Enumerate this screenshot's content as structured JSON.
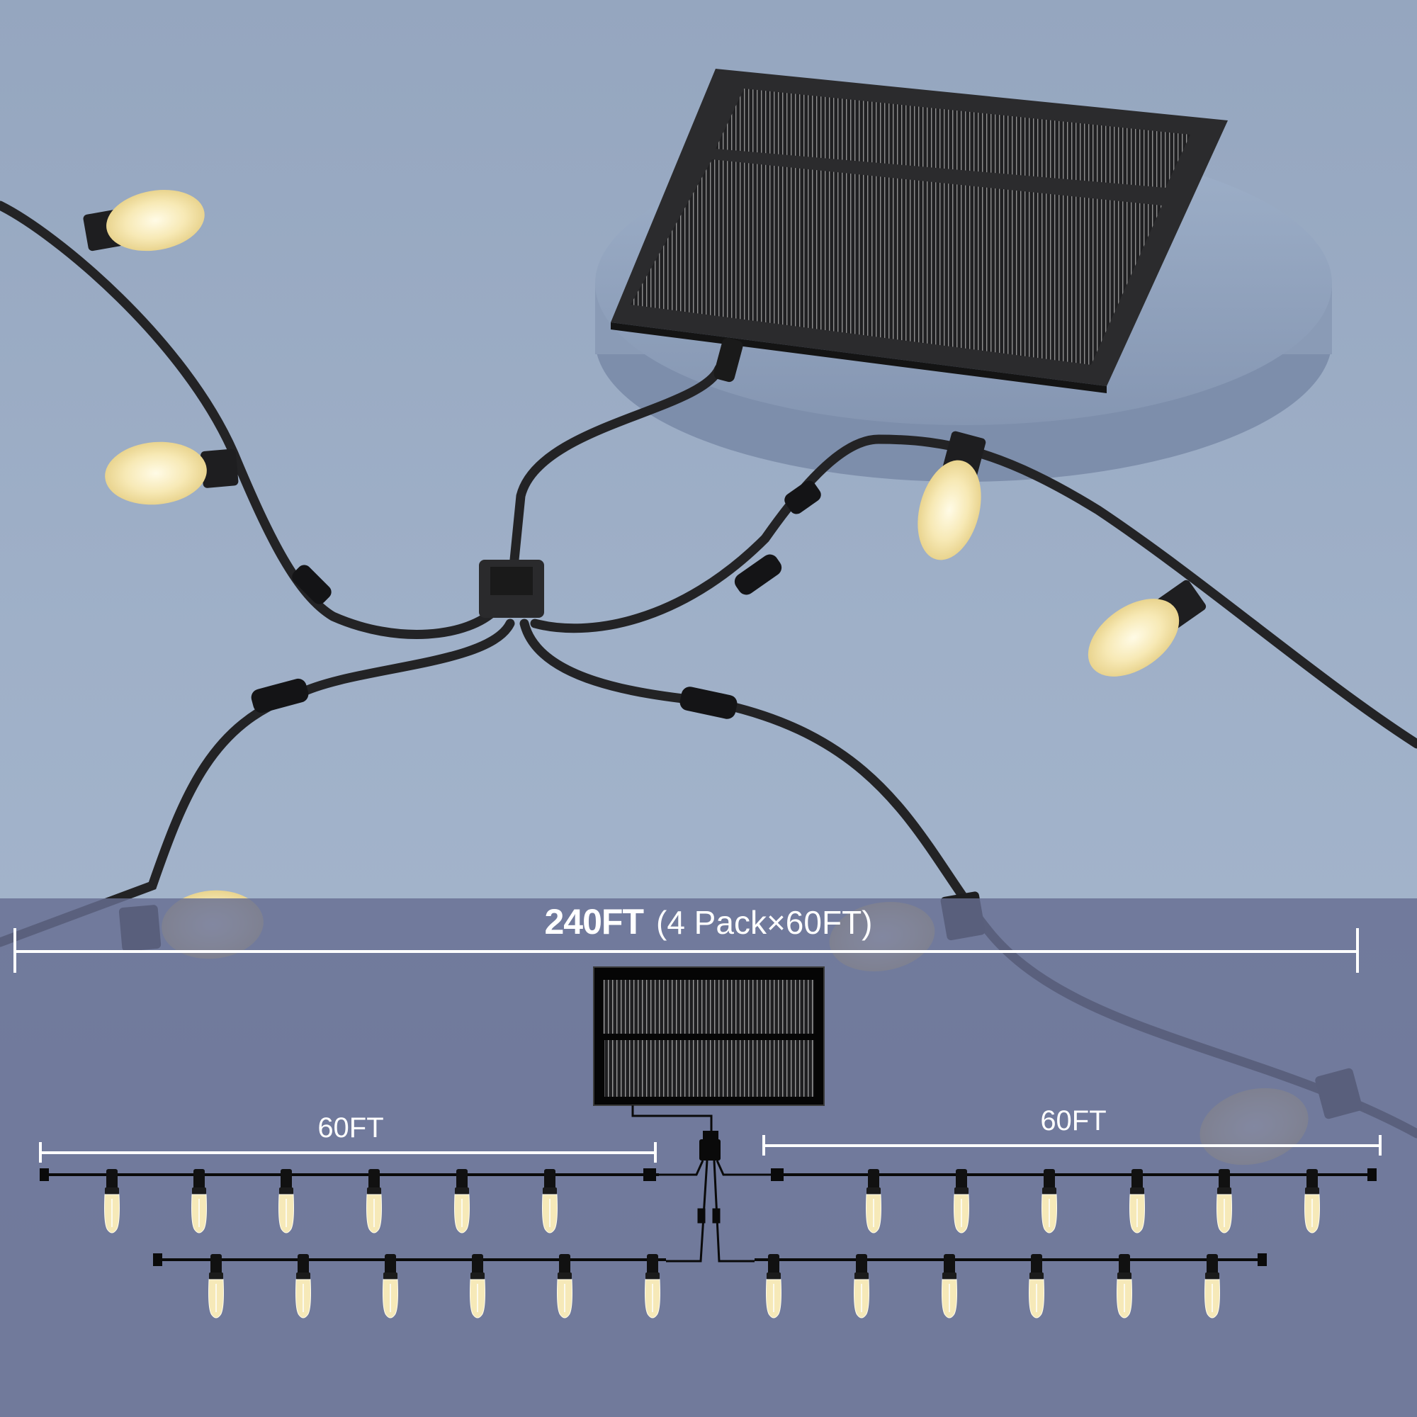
{
  "headline": {
    "total_length": "240FT",
    "breakdown": "(4 Pack×60FT)"
  },
  "diagram": {
    "left_segment_label": "60FT",
    "right_segment_label": "60FT",
    "strings": [
      {
        "position": "top-left",
        "bulbs": 6
      },
      {
        "position": "top-right",
        "bulbs": 6
      },
      {
        "position": "bottom-left",
        "bulbs": 6
      },
      {
        "position": "bottom-right",
        "bulbs": 6
      }
    ],
    "components": [
      "solar-panel",
      "4-way-splitter-hub"
    ]
  },
  "colors": {
    "background": "#9fb0c8",
    "overlay": "#6e7694",
    "cable": "#1c1c1e",
    "bulb_glow": "#f6e9b8",
    "dimension_line": "#ffffff"
  }
}
